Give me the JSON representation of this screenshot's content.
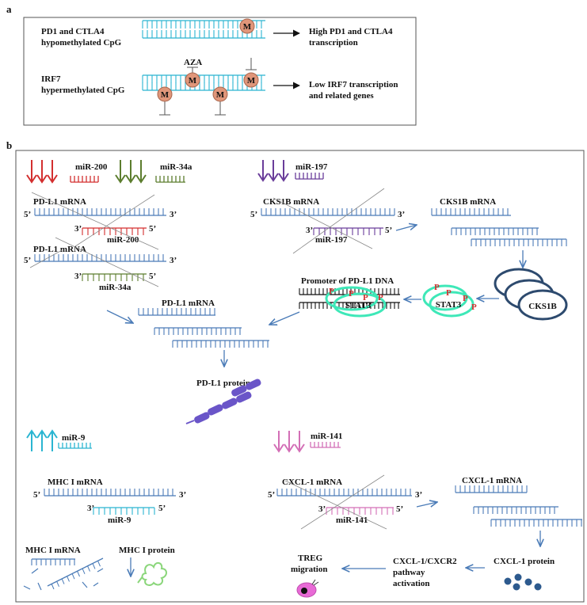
{
  "colors": {
    "blue": "#4a7bb7",
    "cyan": "#2ab5d1",
    "red": "#d32f2f",
    "olive": "#5c7d2e",
    "purple": "#6a3d9a",
    "pink": "#d36fb6",
    "teal": "#3ee8b8",
    "navy": "#2d4a6e",
    "meth": "#e0967a",
    "pdl1": "#6a55c8",
    "cxcl": "#2d5a8e",
    "treg": "#e86ad6"
  },
  "panel_a": {
    "label": "a",
    "row1_left_1": "PD1 and CTLA4",
    "row1_left_2": "hypomethylated CpG",
    "row1_right_1": "High PD1 and CTLA4",
    "row1_right_2": "transcription",
    "aza": "AZA",
    "row2_left_1": "IRF7",
    "row2_left_2": "hypermethylated CpG",
    "row2_right_1": "Low IRF7 transcription",
    "row2_right_2": "and related genes",
    "meth_mark": "M"
  },
  "panel_b": {
    "label": "b",
    "mir200": "miR-200",
    "mir34a": "miR-34a",
    "mir197": "miR-197",
    "pdl1_mrna": "PD-L1 mRNA",
    "cks1b_mrna": "CKS1B mRNA",
    "five": "5’",
    "three": "3’",
    "promoter": "Promoter of PD-L1 DNA",
    "stat3": "STAT3",
    "p": "P",
    "cks1b": "CKS1B",
    "pdl1_protein": "PD-L1 protein",
    "mir9": "miR-9",
    "mir141": "miR-141",
    "mhc_mrna": "MHC I  mRNA",
    "mhc_mrna2": "MHC I  mRNA",
    "mhc_protein": "MHC I  protein",
    "cxcl_mrna": "CXCL-1  mRNA",
    "cxcl_mrna2": "CXCL-1 mRNA",
    "cxcl_protein": "CXCL-1 protein",
    "pathway_1": "CXCL-1/CXCR2",
    "pathway_2": "pathway",
    "pathway_3": "activation",
    "treg_1": "TREG",
    "treg_2": "migration"
  }
}
